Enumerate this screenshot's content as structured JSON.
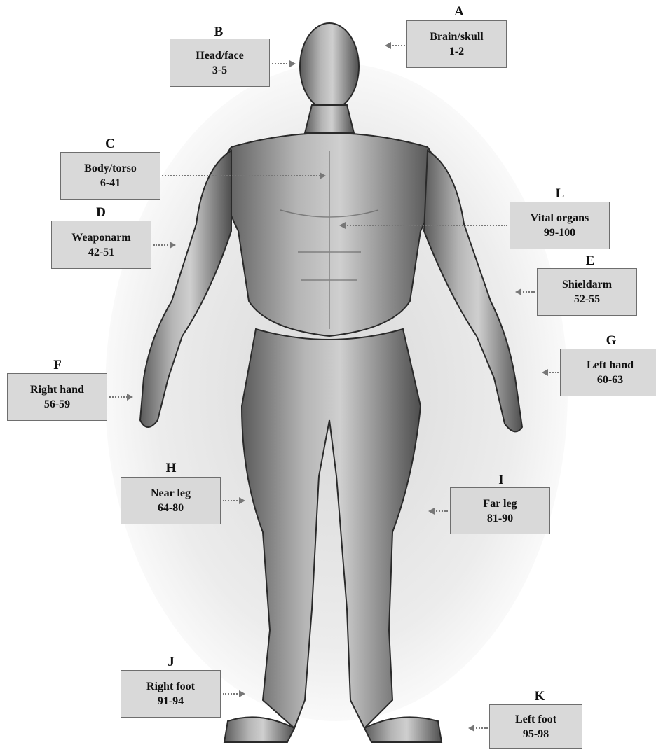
{
  "figure": {
    "body_image": "muscular-human-figure-front-view",
    "parts": [
      {
        "letter": "A",
        "name": "Brain/skull",
        "range": "1-2"
      },
      {
        "letter": "B",
        "name": "Head/face",
        "range": "3-5"
      },
      {
        "letter": "C",
        "name": "Body/torso",
        "range": "6-41"
      },
      {
        "letter": "D",
        "name": "Weaponarm",
        "range": "42-51"
      },
      {
        "letter": "E",
        "name": "Shieldarm",
        "range": "52-55"
      },
      {
        "letter": "F",
        "name": "Right hand",
        "range": "56-59"
      },
      {
        "letter": "G",
        "name": "Left hand",
        "range": "60-63"
      },
      {
        "letter": "H",
        "name": "Near leg",
        "range": "64-80"
      },
      {
        "letter": "I",
        "name": "Far leg",
        "range": "81-90"
      },
      {
        "letter": "J",
        "name": "Right foot",
        "range": "91-94"
      },
      {
        "letter": "K",
        "name": "Left foot",
        "range": "95-98"
      },
      {
        "letter": "L",
        "name": "Vital organs",
        "range": "99-100"
      }
    ]
  }
}
